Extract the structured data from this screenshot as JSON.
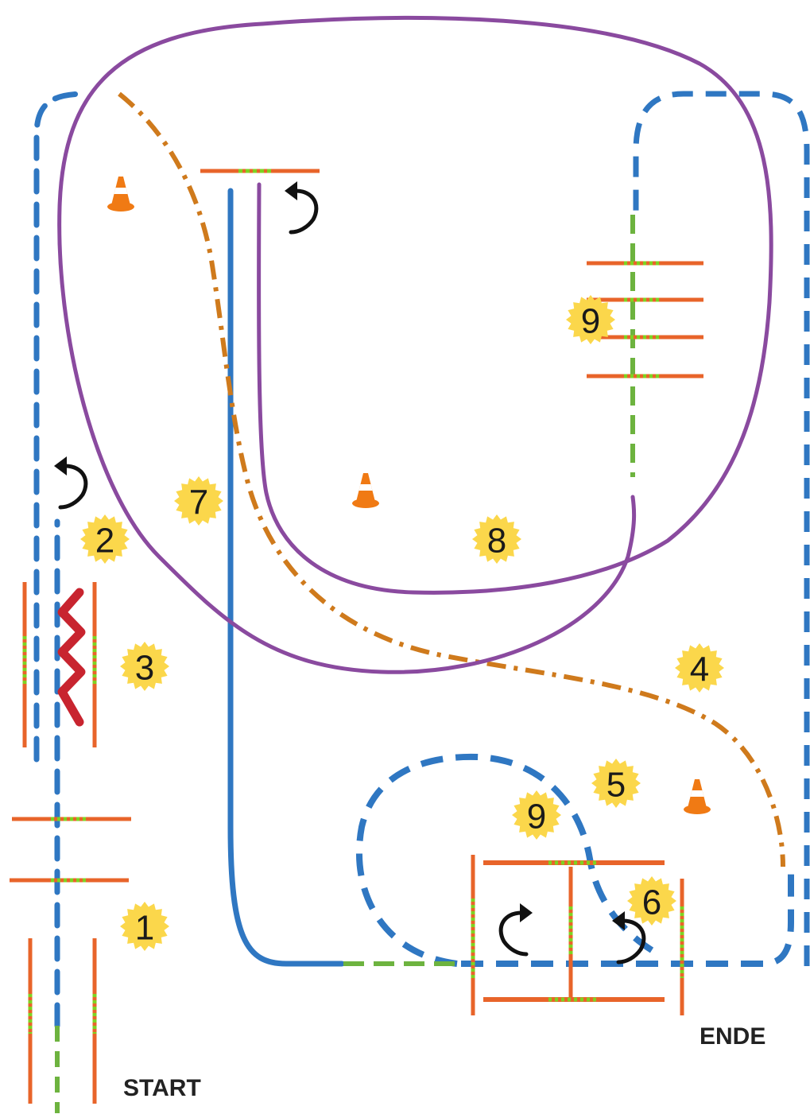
{
  "labels": {
    "start": "START",
    "end": "ENDE"
  },
  "stations": [
    "1",
    "2",
    "3",
    "4",
    "5",
    "6",
    "7",
    "8",
    "9",
    "9"
  ],
  "colors": {
    "blue_path": "#2f77c2",
    "purple_path": "#8a4a9f",
    "orange_dashdot": "#cf7a1c",
    "green_dashed": "#6db33f",
    "pole_orange": "#e8642a",
    "pole_green": "#7ed321",
    "zigzag_red": "#c8242f",
    "cone_orange": "#f07a14",
    "badge_yellow": "#fbd74b",
    "arrow_black": "#111111"
  },
  "icons": [
    "cone-icon",
    "turn-arrow-icon",
    "starburst-badge-icon"
  ]
}
